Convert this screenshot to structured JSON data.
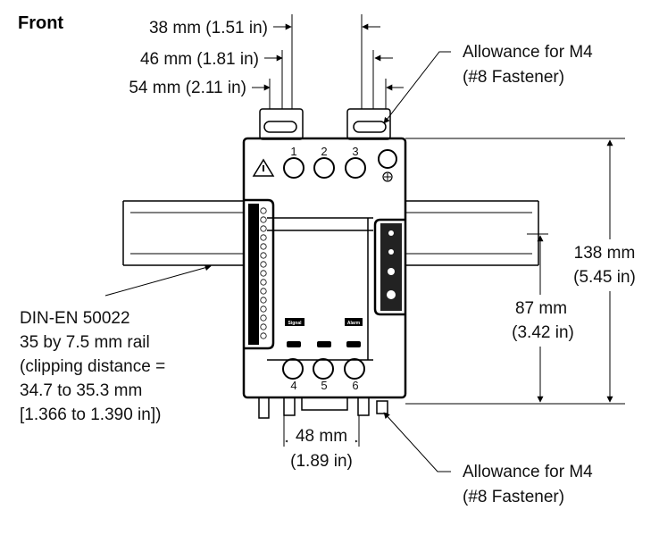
{
  "heading": "Front",
  "dims": {
    "d38": "38 mm (1.51 in)",
    "d46": "46 mm (1.81 in)",
    "d54": "54 mm (2.11 in)",
    "h138_a": "138 mm",
    "h138_b": "(5.45 in)",
    "h87_a": "87 mm",
    "h87_b": "(3.42 in)",
    "w48_a": "48 mm",
    "w48_b": "(1.89 in)"
  },
  "notes": {
    "allow_top_1": "Allowance for M4",
    "allow_top_2": "(#8 Fastener)",
    "allow_bot_1": "Allowance for M4",
    "allow_bot_2": "(#8 Fastener)",
    "rail": [
      "DIN-EN 50022",
      "35 by 7.5 mm rail",
      "(clipping distance =",
      "34.7 to 35.3 mm",
      "[1.366 to 1.390 in])"
    ]
  },
  "device": {
    "connectors_top": [
      "1",
      "2",
      "3"
    ],
    "connectors_bottom": [
      "4",
      "5",
      "6"
    ],
    "tag_left": "Signal",
    "tag_right": "Alarm"
  }
}
